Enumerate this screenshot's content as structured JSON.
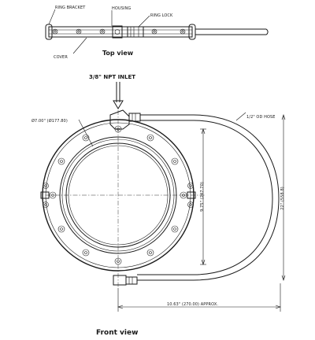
{
  "top_view": {
    "title": "Top view",
    "labels": {
      "ring_bracket": "RING BRACKET",
      "housing": "HOUSING",
      "ring_lock": "RING LOCK",
      "cover": "COVER"
    }
  },
  "front_view": {
    "title": "Front view",
    "labels": {
      "inlet": "3/8\" NPT INLET",
      "hose": "1/2\" OD HOSE"
    },
    "dimensions": {
      "diameter": "Ø7.00\" (Ø177.80)",
      "height": "9.75\" (247.70)",
      "hose_loop": "22\" (558.8)",
      "width": "10.63\" (270.00) APPROX."
    }
  },
  "colors": {
    "line": "#1a1a1a"
  }
}
